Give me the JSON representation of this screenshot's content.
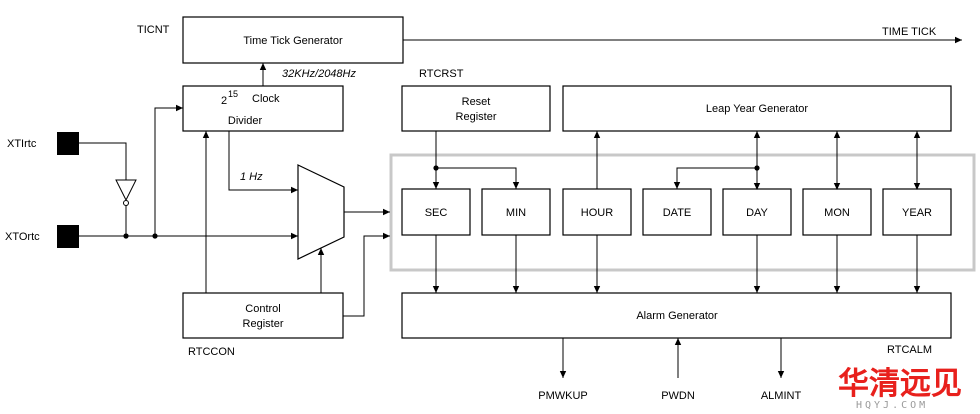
{
  "registers": {
    "ticnt": "TICNT",
    "rtccon": "RTCCON",
    "rtcrst": "RTCRST",
    "rtcalm": "RTCALM"
  },
  "pins": {
    "xtirtc": "XTIrtc",
    "xtortc": "XTOrtc"
  },
  "blocks": {
    "time_tick_generator": "Time Tick Generator",
    "clock_divider_base": "2",
    "clock_divider_exp": "15",
    "clock_divider_label": "Clock",
    "clock_divider_sub": "Divider",
    "control_register_1": "Control",
    "control_register_2": "Register",
    "reset_register_1": "Reset",
    "reset_register_2": "Register",
    "leap_year_generator": "Leap Year Generator",
    "alarm_generator": "Alarm Generator",
    "sec": "SEC",
    "min": "MIN",
    "hour": "HOUR",
    "date": "DATE",
    "day": "DAY",
    "mon": "MON",
    "year": "YEAR"
  },
  "signals": {
    "time_tick": "TIME TICK",
    "freq_32k": "32KHz/2048Hz",
    "one_hz": "1 Hz",
    "pmwkup": "PMWKUP",
    "pwdn": "PWDN",
    "almint": "ALMINT"
  },
  "logo": {
    "chinese": "华清远见",
    "latin": "HQYJ.COM",
    "color": "#e8201c"
  }
}
